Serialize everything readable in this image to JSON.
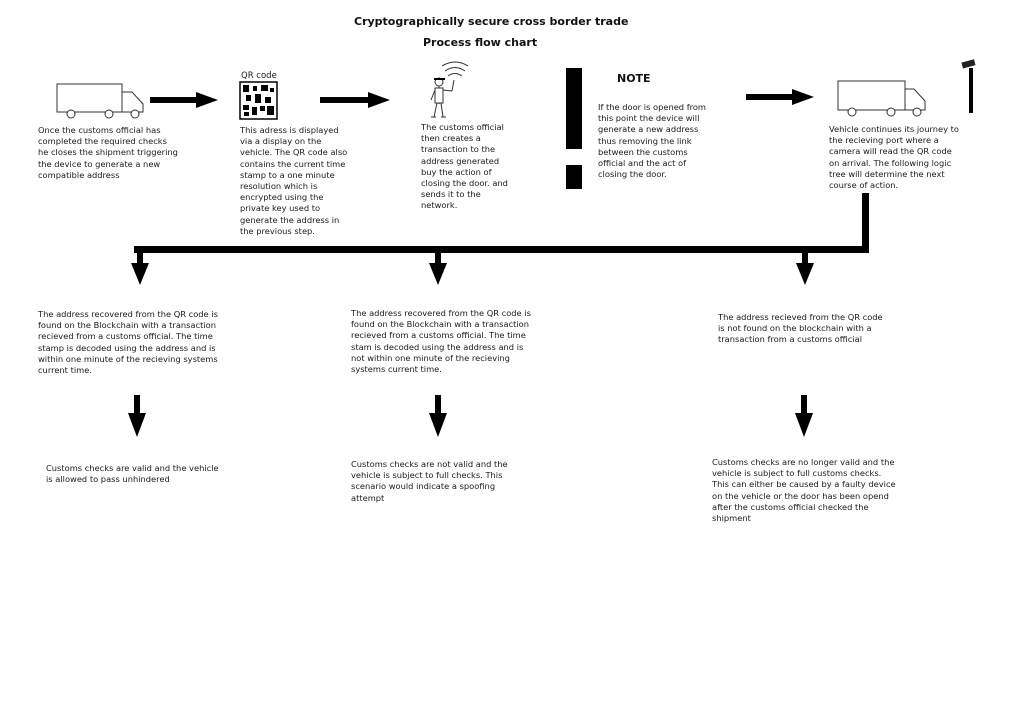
{
  "header": {
    "title": "Cryptographically secure cross border trade",
    "subtitle": "Process flow chart"
  },
  "step1": {
    "text": "Once the customs official has completed the required checks he closes the shipment triggering the device to generate a new compatible address"
  },
  "step2": {
    "label": "QR code",
    "text": "This adress is displayed via a display on the vehicle. The QR code also contains the current time stamp to a one minute resolution which is encrypted using the private key used to generate the address in the previous step."
  },
  "step3": {
    "text": "The customs official then creates a transaction to the address generated buy the action of closing the door. and sends it to the network."
  },
  "note": {
    "title": "NOTE",
    "text": "If the door is opened from this point the device will generate a new address thus removing the link between the customs official and the act of closing the door."
  },
  "step5": {
    "text": "Vehicle continues its journey to the recieving port where a camera will read the QR code on arrival. The following logic tree will determine the next course of action."
  },
  "branches": [
    {
      "condition": "The address recovered from the QR code is found on the Blockchain with a transaction recieved from a customs official. The time stamp is decoded using the address and is within one minute of the recieving systems current time.",
      "outcome": "Customs checks are valid and the vehicle is allowed to pass unhindered"
    },
    {
      "condition": "The address recovered from the QR code is found on the Blockchain with a transaction recieved from a customs official. The time stam is decoded using the address and is not within one minute of the recieving systems current time.",
      "outcome": "Customs checks are not valid and the vehicle is subject to full checks. This scenario would indicate a spoofing attempt"
    },
    {
      "condition": "The address recieved from the QR code is not found on the blockchain with a transaction from a customs official",
      "outcome": "Customs checks are no longer valid and the vehicle is subject to full customs checks. This can either be caused by a faulty device on the vehicle or the door has been opend after the customs official checked the shipment"
    }
  ],
  "icons": [
    "truck-icon",
    "qr-code-icon",
    "customs-official-icon",
    "exclamation-icon",
    "truck-icon",
    "camera-icon"
  ]
}
